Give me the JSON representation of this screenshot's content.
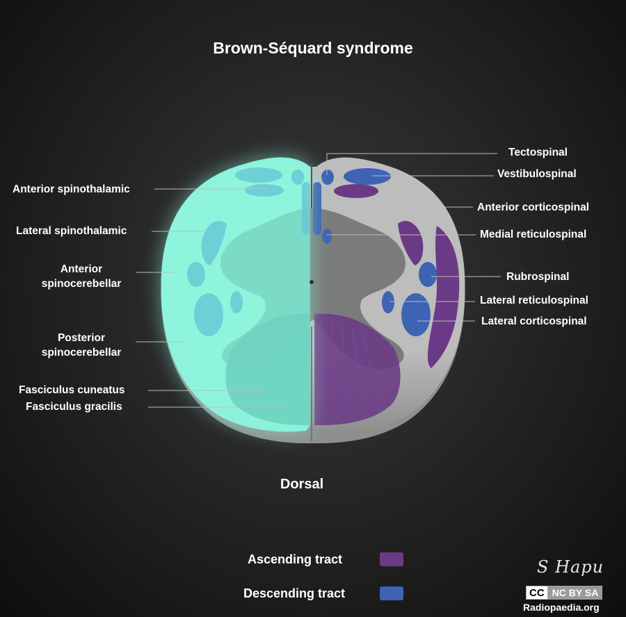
{
  "title": "Brown-Séquard syndrome",
  "left_labels": [
    {
      "name": "anterior-spinothalamic",
      "text": "Anterior spinothalamic"
    },
    {
      "name": "lateral-spinothalamic",
      "text": "Lateral spinothalamic"
    },
    {
      "name": "anterior-spinocerebellar",
      "line1": "Anterior",
      "line2": "spinocerebellar"
    },
    {
      "name": "posterior-spinocerebellar",
      "line1": "Posterior",
      "line2": "spinocerebellar"
    },
    {
      "name": "fasciculus-cuneatus",
      "text": "Fasciculus cuneatus"
    },
    {
      "name": "fasciculus-gracilis",
      "text": "Fasciculus gracilis"
    }
  ],
  "right_labels": [
    {
      "name": "tectospinal",
      "text": "Tectospinal"
    },
    {
      "name": "vestibulospinal",
      "text": "Vestibulospinal"
    },
    {
      "name": "anterior-corticospinal",
      "text": "Anterior corticospinal"
    },
    {
      "name": "medial-reticulospinal",
      "text": "Medial reticulospinal"
    },
    {
      "name": "rubrospinal",
      "text": "Rubrospinal"
    },
    {
      "name": "lateral-reticulospinal",
      "text": "Lateral reticulospinal"
    },
    {
      "name": "lateral-corticospinal",
      "text": "Lateral corticospinal"
    }
  ],
  "orientation_label": "Dorsal",
  "legend": {
    "ascending": {
      "label": "Ascending tract",
      "color": "#6a3a86"
    },
    "descending": {
      "label": "Descending tract",
      "color": "#3e63b3"
    }
  },
  "colors": {
    "lesion_highlight": "#8cf5dd",
    "white_matter": "#c4c4c4",
    "grey_matter": "#7d7d7d"
  },
  "signature": "S Hapu",
  "license": {
    "mark": "CC",
    "terms": "NC BY SA"
  },
  "site": "Radiopaedia.org"
}
